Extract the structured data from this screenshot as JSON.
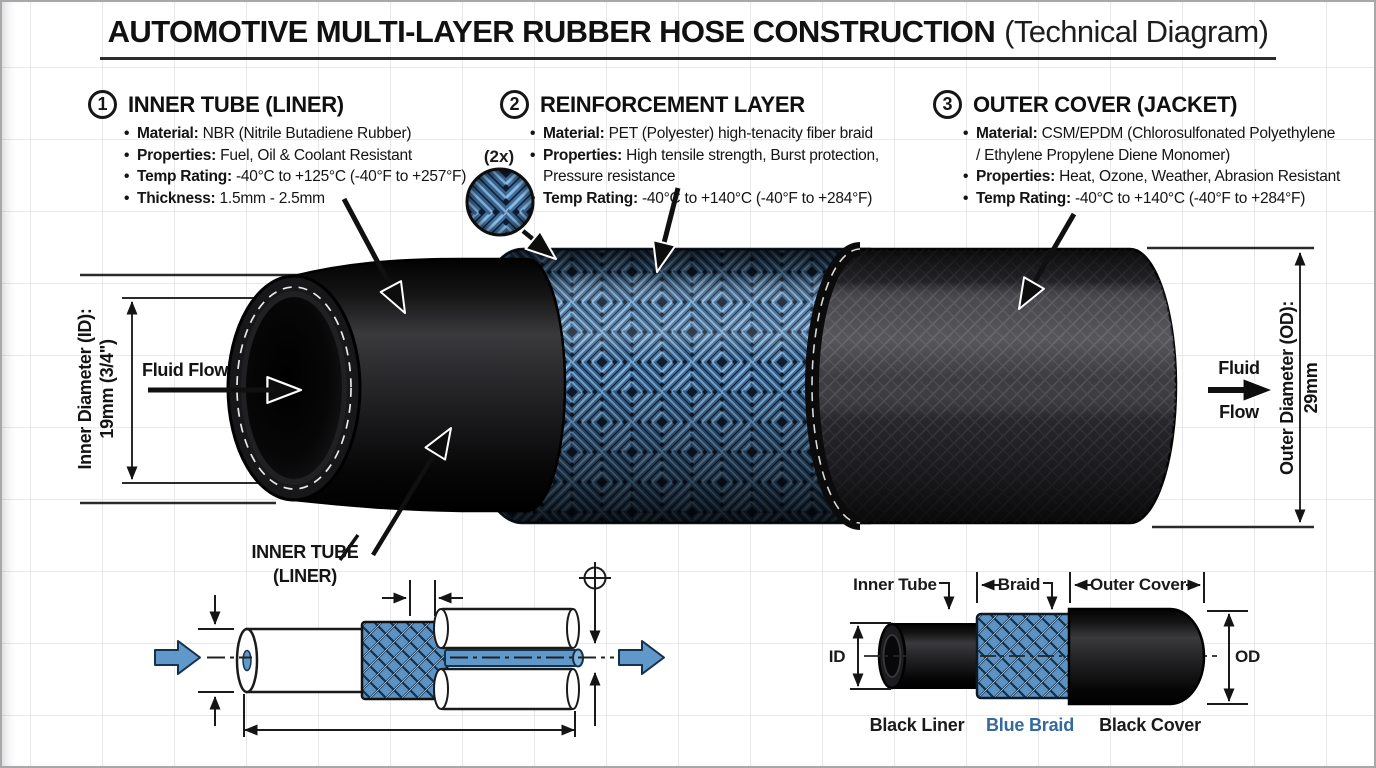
{
  "header": {
    "title": "AUTOMOTIVE MULTI-LAYER RUBBER HOSE CONSTRUCTION",
    "subtitle": "(Technical Diagram)"
  },
  "sections": [
    {
      "num": "1",
      "heading": "INNER TUBE (LINER)",
      "items": [
        {
          "label": "Material:",
          "text": "NBR (Nitrile Butadiene Rubber)"
        },
        {
          "label": "Properties:",
          "text": "Fuel, Oil & Coolant Resistant"
        },
        {
          "label": "Temp Rating:",
          "text": "-40°C to +125°C (-40°F to +257°F)"
        },
        {
          "label": "Thickness:",
          "text": "1.5mm - 2.5mm"
        }
      ]
    },
    {
      "num": "2",
      "heading": "REINFORCEMENT LAYER",
      "items": [
        {
          "label": "Material:",
          "text": "PET (Polyester) high-tenacity fiber braid"
        },
        {
          "label": "Properties:",
          "text": "High tensile strength, Burst protection,\nPressure resistance"
        },
        {
          "label": "Temp Rating:",
          "text": "-40°C to +140°C (-40°F to +284°F)"
        }
      ]
    },
    {
      "num": "3",
      "heading": "OUTER COVER (JACKET)",
      "items": [
        {
          "label": "Material:",
          "text": "CSM/EPDM (Chlorosulfonated Polyethylene\n/ Ethylene Propylene Diene Monomer)"
        },
        {
          "label": "Properties:",
          "text": "Heat, Ozone, Weather, Abrasion Resistant"
        },
        {
          "label": "Temp Rating:",
          "text": "-40°C to +140°C (-40°F to +284°F)"
        }
      ]
    }
  ],
  "diagram": {
    "magnifier": "(2x)",
    "id_line1": "Inner Diameter (ID):",
    "id_line2": "19mm (3/4\")",
    "od_line1": "Outer Diameter (OD):",
    "od_line2": "29mm",
    "flow_left": "Fluid Flow",
    "flow_right_1": "Fluid",
    "flow_right_2": "Flow",
    "callout_1": "INNER TUBE",
    "callout_2": "(LINER)"
  },
  "mini": {
    "label_inner_tube": "Inner Tube",
    "label_braid": "Braid",
    "label_outer_cover": "Outer Cover",
    "id": "ID",
    "od": "OD",
    "black_liner": "Black Liner",
    "blue_braid": "Blue Braid",
    "black_cover": "Black Cover"
  },
  "colors": {
    "braid_blue_mid": "#3f6f9f",
    "braid_blue_light": "#8fb9dc",
    "braid_navy_dark": "#0d1b2c",
    "schematic_arrow_blue": "#5f98c9",
    "blue_braid_text": "#336a9e",
    "line_black": "#1a1a1a"
  }
}
